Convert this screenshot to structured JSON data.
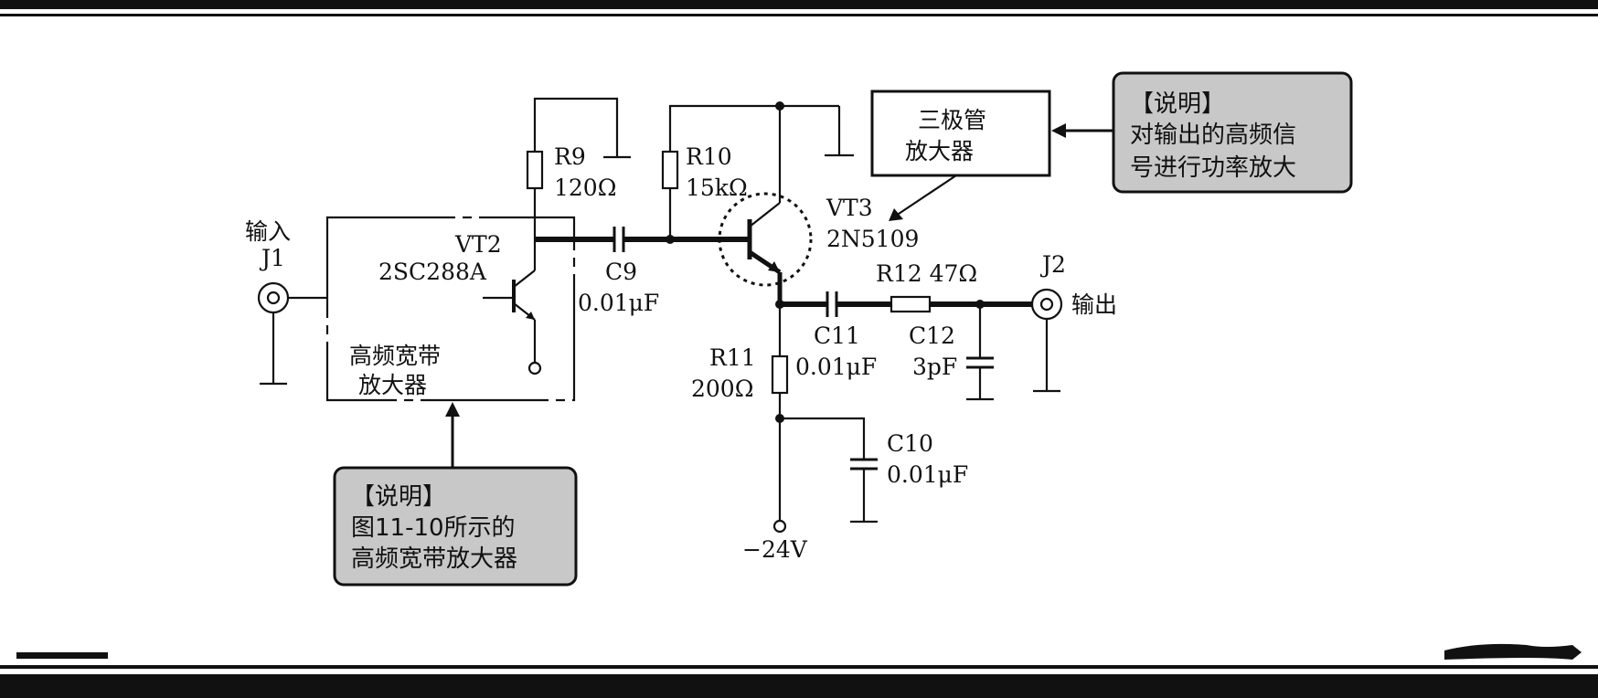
{
  "labels": {
    "input": "输入",
    "j1": "J1",
    "vt2": "VT2",
    "vt2_part": "2SC288A",
    "hf_amp_line1": "高频宽带",
    "hf_amp_line2": "放大器",
    "r9": "R9",
    "r9_value": "120Ω",
    "c9": "C9",
    "c9_value": "0.01μF",
    "r10": "R10",
    "r10_value": "15kΩ",
    "vt3": "VT3",
    "vt3_part": "2N5109",
    "r11": "R11",
    "r11_value": "200Ω",
    "c11": "C11",
    "c11_value": "0.01μF",
    "r12": "R12 47Ω",
    "c12": "C12",
    "c12_value": "3pF",
    "c10": "C10",
    "c10_value": "0.01μF",
    "supply": "−24V",
    "j2": "J2",
    "output": "输出"
  },
  "callouts": {
    "transistor_amp_line1": "三极管",
    "transistor_amp_line2": "放大器",
    "note_right_title": "【说明】",
    "note_right_line1": "对输出的高频信",
    "note_right_line2": "号进行功率放大",
    "note_bottom_title": "【说明】",
    "note_bottom_line1": "图11-10所示的",
    "note_bottom_line2": "高频宽带放大器"
  },
  "colors": {
    "ink": "#111111",
    "note_fill": "#c8c8c8",
    "background": "#ffffff"
  }
}
